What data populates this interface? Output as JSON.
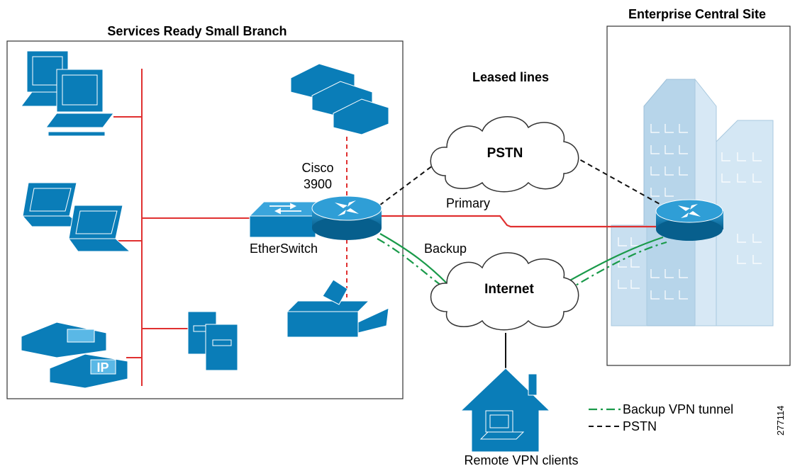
{
  "branch": {
    "title": "Services Ready Small Branch"
  },
  "central": {
    "title": "Enterprise Central Site"
  },
  "router": {
    "label_line1": "Cisco",
    "label_line2": "3900"
  },
  "switch": {
    "label": "EtherSwitch"
  },
  "clouds": {
    "pstn": {
      "label": "PSTN"
    },
    "internet": {
      "label": "Internet"
    }
  },
  "links": {
    "leased": "Leased lines",
    "primary": "Primary",
    "backup": "Backup"
  },
  "phone": {
    "badge": "IP"
  },
  "remote": {
    "label": "Remote VPN clients"
  },
  "legend": {
    "vpn": "Backup VPN tunnel",
    "pstn": "PSTN"
  },
  "figure_id": "277114",
  "colors": {
    "device_blue": "#0a7db8",
    "lan_red": "#e03030",
    "vpn_green": "#1a9a4a",
    "building": "#c5dff0"
  }
}
